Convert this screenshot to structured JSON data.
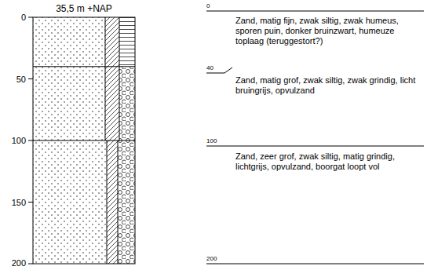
{
  "diagram": {
    "title": "35,5 m +NAP",
    "labels": [
      "0",
      "50",
      "100",
      "150",
      "200",
      "0",
      "40",
      "100",
      "200",
      "Zand, matig fijn, zwak siltig, zwak humeus, sporen puin, donker bruinzwart, humeuze toplaag (teruggestort?)",
      "Zand, matig grof, zwak siltig, zwak grindig, licht bruingrijs, opvulzand",
      "Zand, zeer grof, zwak siltig, matig grindig, lichtgrijs, opvulzand, boorgat loopt vol"
    ]
  }
}
